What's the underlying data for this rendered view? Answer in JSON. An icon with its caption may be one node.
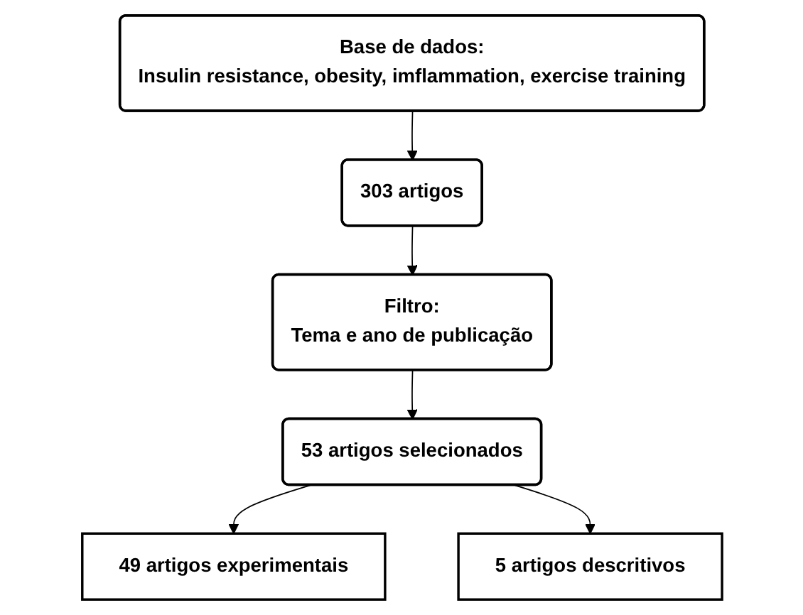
{
  "diagram": {
    "nodes": [
      {
        "text": [
          "Base de dados:",
          "Insulin resistance, obesity, imflammation, exercise training"
        ]
      },
      {
        "text": [
          "303 artigos"
        ]
      },
      {
        "text": [
          "Filtro:",
          "Tema e ano de publicação"
        ]
      },
      {
        "text": [
          "53 artigos selecionados"
        ]
      },
      {
        "text": [
          "49 artigos experimentais"
        ]
      },
      {
        "text": [
          "5 artigos descritivos"
        ]
      }
    ],
    "edges": [
      {
        "from": 0,
        "to": 1,
        "arrow": "to"
      },
      {
        "from": 1,
        "to": 2,
        "arrow": "to"
      },
      {
        "from": 2,
        "to": 3,
        "arrow": "to"
      },
      {
        "from": 3,
        "to": 4,
        "arrow": "to"
      },
      {
        "from": 3,
        "to": 5,
        "arrow": "to"
      }
    ]
  }
}
